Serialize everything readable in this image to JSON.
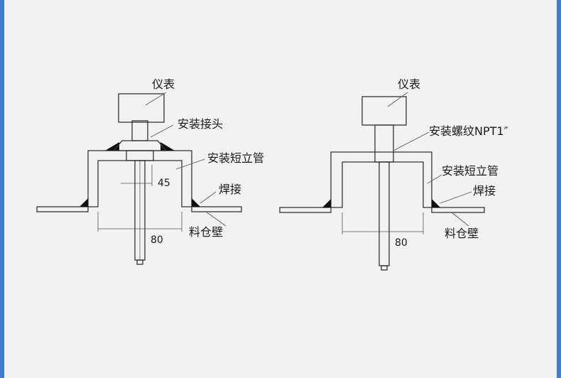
{
  "left_diagram": {
    "meter": "仪表",
    "fitting": "安装接头",
    "standpipe": "安装短立管",
    "weld": "焊接",
    "bin_wall": "料仓壁",
    "dim_45": "45",
    "dim_80": "80"
  },
  "right_diagram": {
    "meter": "仪表",
    "thread": "安装螺纹NPT1″",
    "standpipe": "安装短立管",
    "weld": "焊接",
    "bin_wall": "料仓壁",
    "dim_80": "80"
  },
  "colors": {
    "border": "#3d7ecf",
    "background": "#f2f2f2",
    "line": "#333333"
  }
}
